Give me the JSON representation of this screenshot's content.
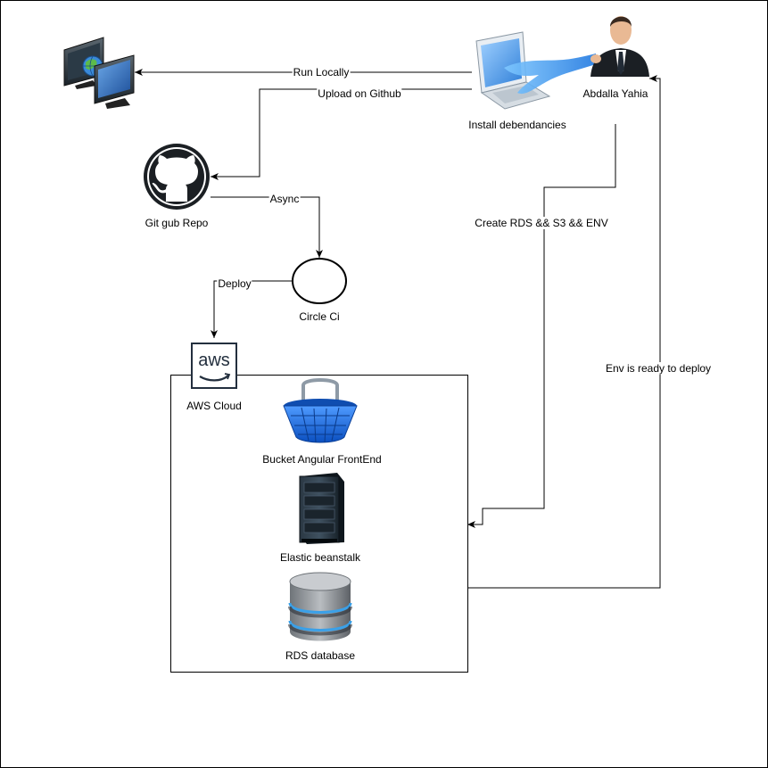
{
  "nodes": {
    "user": {
      "label": "Abdalla Yahia"
    },
    "laptop": {
      "label": "Install  debendancies"
    },
    "local_pc": {
      "label": ""
    },
    "github": {
      "label": "Git gub Repo"
    },
    "circleci": {
      "label": "Circle Ci"
    },
    "aws": {
      "logo_text": "aws",
      "label": "AWS Cloud"
    },
    "bucket": {
      "label": "Bucket Angular FrontEnd"
    },
    "beanstalk": {
      "label": "Elastic beanstalk"
    },
    "rds": {
      "label": "RDS database"
    }
  },
  "edges": {
    "run_locally": "Run Locally",
    "upload_github": "Upload on Github",
    "async": "Async",
    "deploy": "Deploy",
    "create_rds": "Create RDS && S3 && ENV",
    "env_ready": "Env is ready to deploy"
  },
  "colors": {
    "stroke": "#000000",
    "bucket_blue": "#1f6fe0",
    "server_dark": "#1e2a33",
    "db_grey": "#8a8f94",
    "db_blue": "#3aa0e8",
    "aws_text": "#232f3e",
    "aws_orange": "#232f3e"
  }
}
